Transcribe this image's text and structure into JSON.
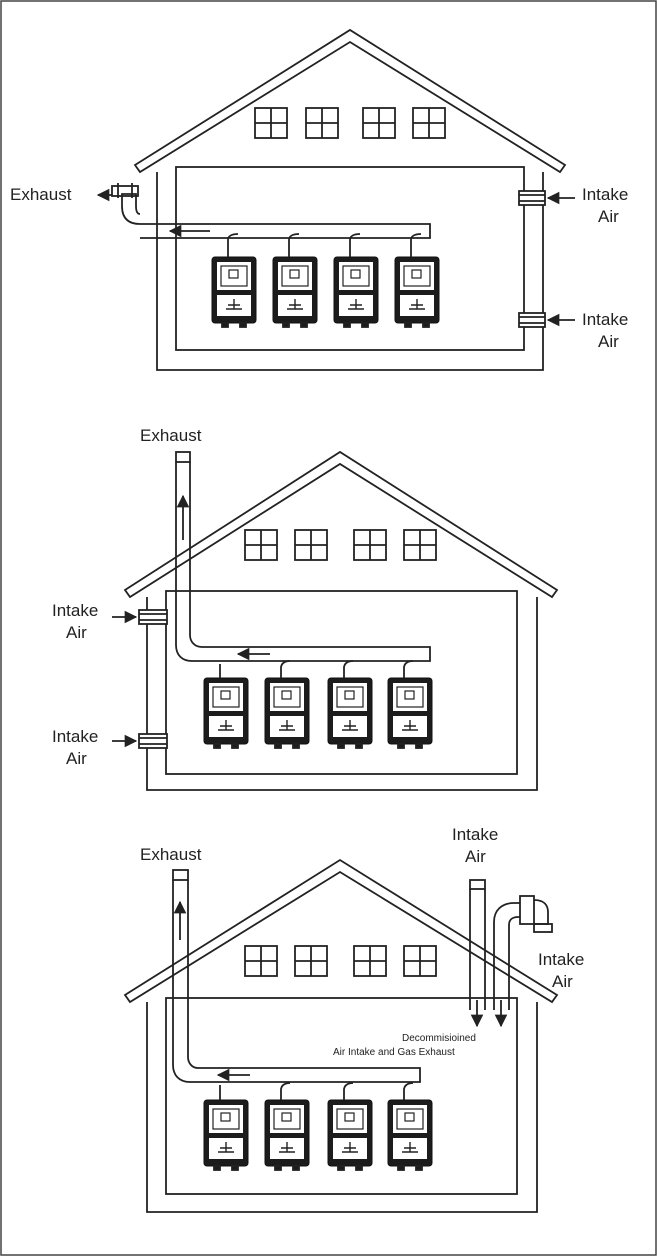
{
  "diagrams": [
    {
      "exhaust_label": "Exhaust",
      "intake_labels": [
        [
          "Intake",
          "Air"
        ],
        [
          "Intake",
          "Air"
        ]
      ]
    },
    {
      "exhaust_label": "Exhaust",
      "intake_labels": [
        [
          "Intake",
          "Air"
        ],
        [
          "Intake",
          "Air"
        ]
      ]
    },
    {
      "exhaust_label": "Exhaust",
      "intake_labels": [
        [
          "Intake",
          "Air"
        ],
        [
          "Intake",
          "Air"
        ]
      ],
      "note_lines": [
        "Decommisioined",
        "Air Intake and Gas Exhaust"
      ]
    }
  ],
  "colors": {
    "line": "#222222",
    "background": "#ffffff"
  }
}
